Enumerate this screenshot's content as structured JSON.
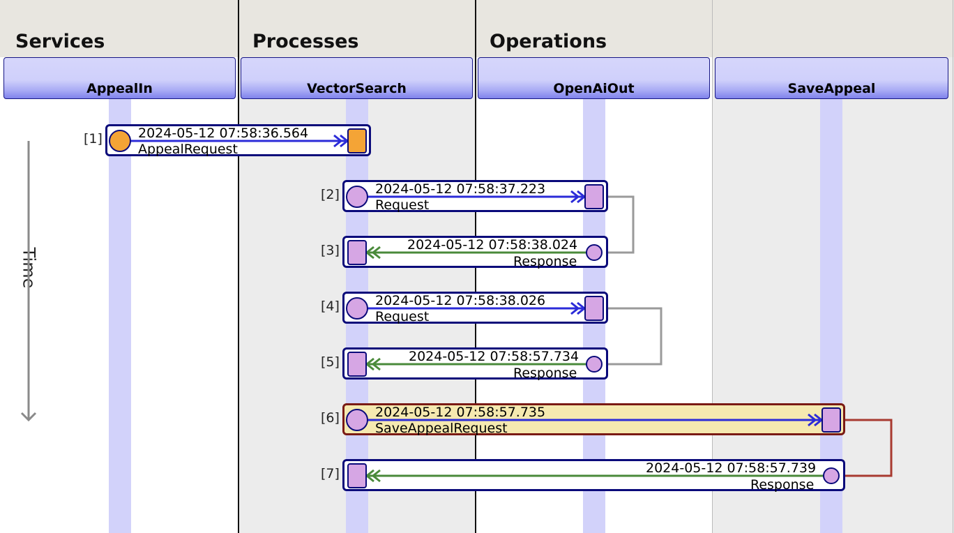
{
  "columns": [
    {
      "title": "Services"
    },
    {
      "title": "Processes"
    },
    {
      "title": "Operations"
    }
  ],
  "lanes": [
    {
      "name": "AppealIn"
    },
    {
      "name": "VectorSearch"
    },
    {
      "name": "OpenAiOut"
    },
    {
      "name": "SaveAppeal"
    }
  ],
  "time_label": "Time",
  "messages": [
    {
      "num": "[1]",
      "time": "2024-05-12 07:58:36.564",
      "name": "AppealRequest",
      "kind": "request",
      "source": "AppealIn",
      "target": "VectorSearch",
      "source_marker": "circle",
      "source_color": "#f4a436",
      "target_color": "#f4a436",
      "highlight": false
    },
    {
      "num": "[2]",
      "time": "2024-05-12 07:58:37.223",
      "name": "Request",
      "kind": "request",
      "source": "VectorSearch",
      "target": "OpenAiOut",
      "source_color": "#d6a6e4",
      "target_color": "#d6a6e4",
      "highlight": false
    },
    {
      "num": "[3]",
      "time": "2024-05-12 07:58:38.024",
      "name": "Response",
      "kind": "response",
      "source": "OpenAiOut",
      "target": "VectorSearch",
      "source_color": "#d6a6e4",
      "target_color": "#d6a6e4",
      "highlight": false
    },
    {
      "num": "[4]",
      "time": "2024-05-12 07:58:38.026",
      "name": "Request",
      "kind": "request",
      "source": "VectorSearch",
      "target": "OpenAiOut",
      "source_color": "#d6a6e4",
      "target_color": "#d6a6e4",
      "highlight": false
    },
    {
      "num": "[5]",
      "time": "2024-05-12 07:58:57.734",
      "name": "Response",
      "kind": "response",
      "source": "OpenAiOut",
      "target": "VectorSearch",
      "source_color": "#d6a6e4",
      "target_color": "#d6a6e4",
      "highlight": false
    },
    {
      "num": "[6]",
      "time": "2024-05-12 07:58:57.735",
      "name": "SaveAppealRequest",
      "kind": "request",
      "source": "VectorSearch",
      "target": "SaveAppeal",
      "source_color": "#d6a6e4",
      "target_color": "#d6a6e4",
      "highlight": true
    },
    {
      "num": "[7]",
      "time": "2024-05-12 07:58:57.739",
      "name": "Response",
      "kind": "response",
      "source": "SaveAppeal",
      "target": "VectorSearch",
      "source_color": "#d6a6e4",
      "target_color": "#d6a6e4",
      "highlight": false
    }
  ],
  "pairs": [
    {
      "request": "[2]",
      "response": "[3]",
      "color": "#9a9a9a"
    },
    {
      "request": "[4]",
      "response": "[5]",
      "color": "#9a9a9a"
    },
    {
      "request": "[6]",
      "response": "[7]",
      "color": "#a83a30"
    }
  ],
  "colors": {
    "request_arrow": "#2b2bd8",
    "response_arrow": "#4a8a3a",
    "box_border": "#0a0a7a",
    "highlight_border": "#7a1a14",
    "highlight_fill": "#f5e9b0"
  }
}
